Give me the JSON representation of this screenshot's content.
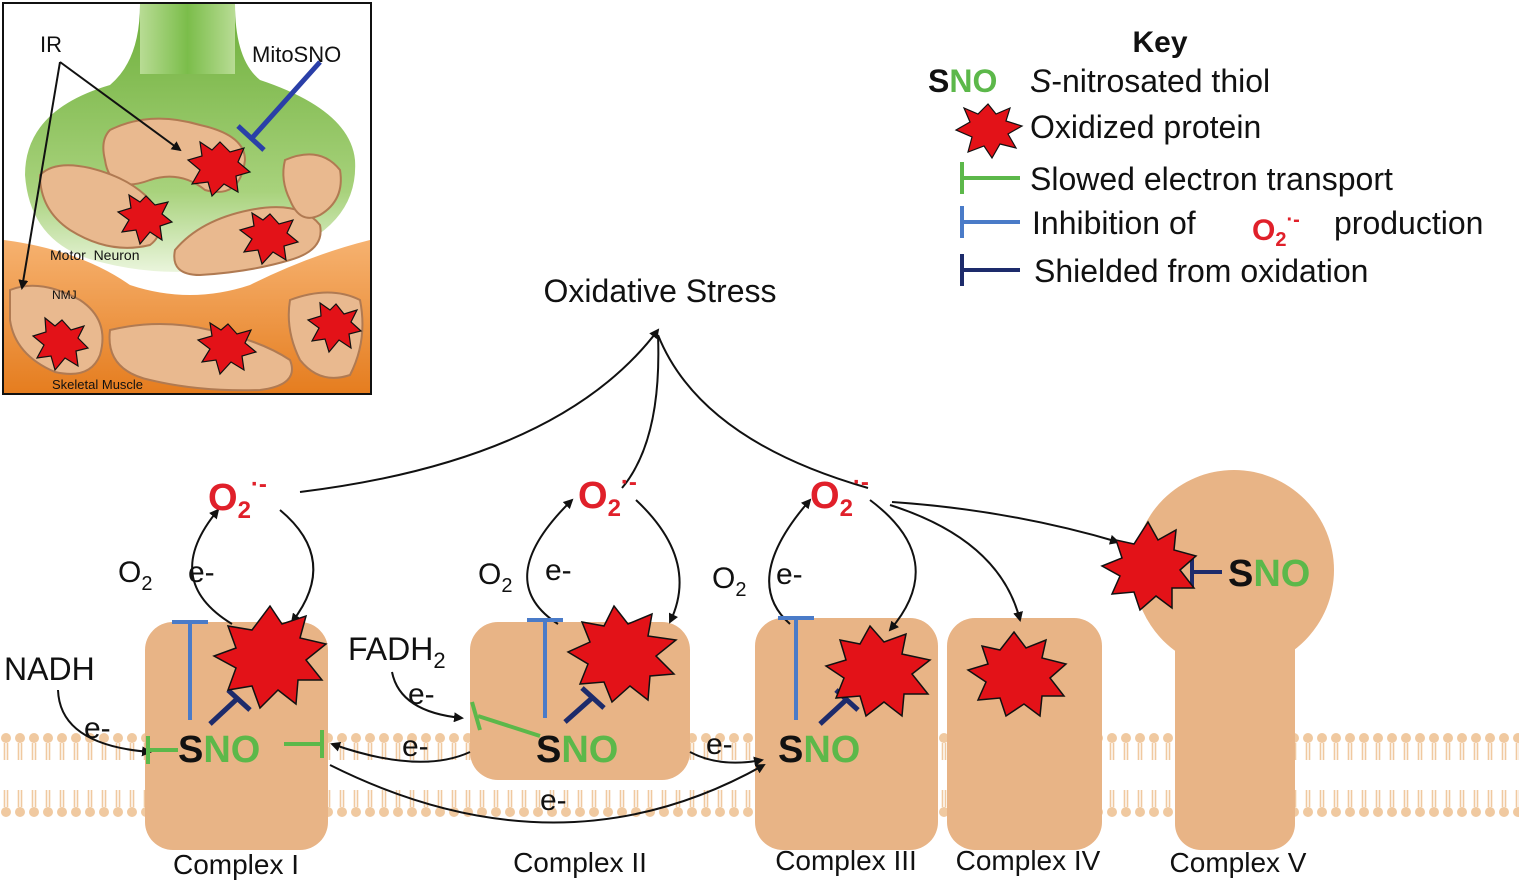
{
  "inset": {
    "ir_label": "IR",
    "mitosno_label": "MitoSNO",
    "motor_neuron_label": "Motor  Neuron",
    "nmj_label": "NMJ",
    "skeletal_muscle_label": "Skeletal Muscle"
  },
  "key": {
    "title": "Key",
    "sno_s": "S",
    "sno_no": "NO",
    "sno_text_italic": "S",
    "sno_text_rest": "-nitrosated thiol",
    "oxidized_text": "Oxidized protein",
    "slowed_text": "Slowed electron transport",
    "inhibition_text_before": "Inhibition of",
    "inhibition_o2": "O",
    "inhibition_sub": "2",
    "inhibition_sup": "·-",
    "inhibition_text_after": "production",
    "shielded_text": "Shielded from oxidation"
  },
  "main": {
    "oxidative_stress": "Oxidative Stress",
    "superoxide_o": "O",
    "superoxide_sub": "2",
    "superoxide_sup": "·-",
    "o2_label": "O",
    "o2_sub": "2",
    "electron": "e-",
    "nadh": "NADH",
    "fadh_main": "FADH",
    "fadh_sub": "2",
    "sno_s": "S",
    "sno_no": "NO"
  },
  "complexes": [
    {
      "label": "Complex I"
    },
    {
      "label": "Complex II"
    },
    {
      "label": "Complex III"
    },
    {
      "label": "Complex IV"
    },
    {
      "label": "Complex V"
    }
  ],
  "colors": {
    "complex_fill": "#e8b486",
    "superoxide_red": "#e0202a",
    "sno_green": "#5cb84a",
    "inhibit_blue": "#4a7bc8",
    "shield_navy": "#1d2b6b",
    "star_red": "#e31218",
    "muscle_orange": "#e8862a",
    "neuron_green": "#72b63e"
  }
}
